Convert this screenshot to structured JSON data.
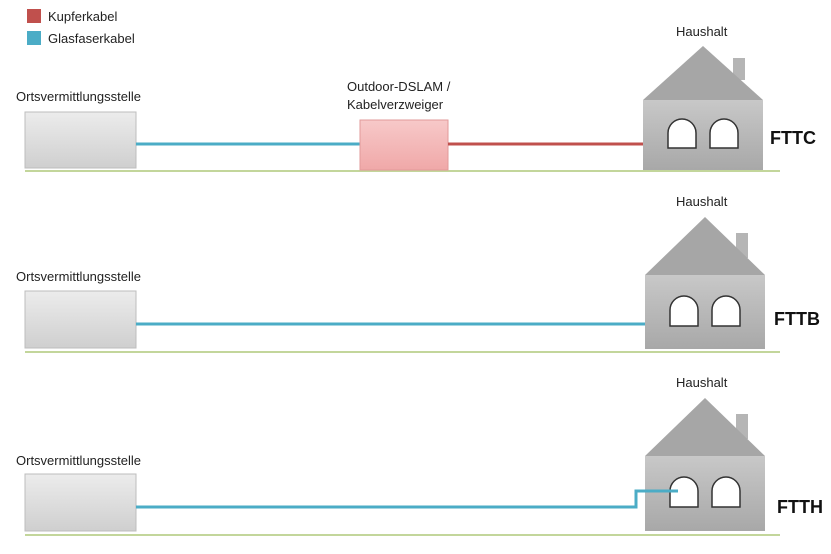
{
  "legend": {
    "items": [
      {
        "label": "Kupferkabel",
        "color": "#c0504d"
      },
      {
        "label": "Glasfaserkabel",
        "color": "#4bacc6"
      }
    ]
  },
  "colors": {
    "copper": "#c0504d",
    "fiber": "#4bacc6",
    "ground": "#c3d69b",
    "box_gray": "#d9d9d9",
    "box_pink": "#f4b6b6",
    "house": "#a6a6a6"
  },
  "rows": [
    {
      "exchange_label": "Ortsvermittlungsstelle",
      "house_label": "Haushalt",
      "type_label": "FTTC",
      "street_cabinet": {
        "label_line1": "Outdoor-DSLAM /",
        "label_line2": "Kabelverzweiger"
      }
    },
    {
      "exchange_label": "Ortsvermittlungsstelle",
      "house_label": "Haushalt",
      "type_label": "FTTB"
    },
    {
      "exchange_label": "Ortsvermittlungsstelle",
      "house_label": "Haushalt",
      "type_label": "FTTH"
    }
  ]
}
